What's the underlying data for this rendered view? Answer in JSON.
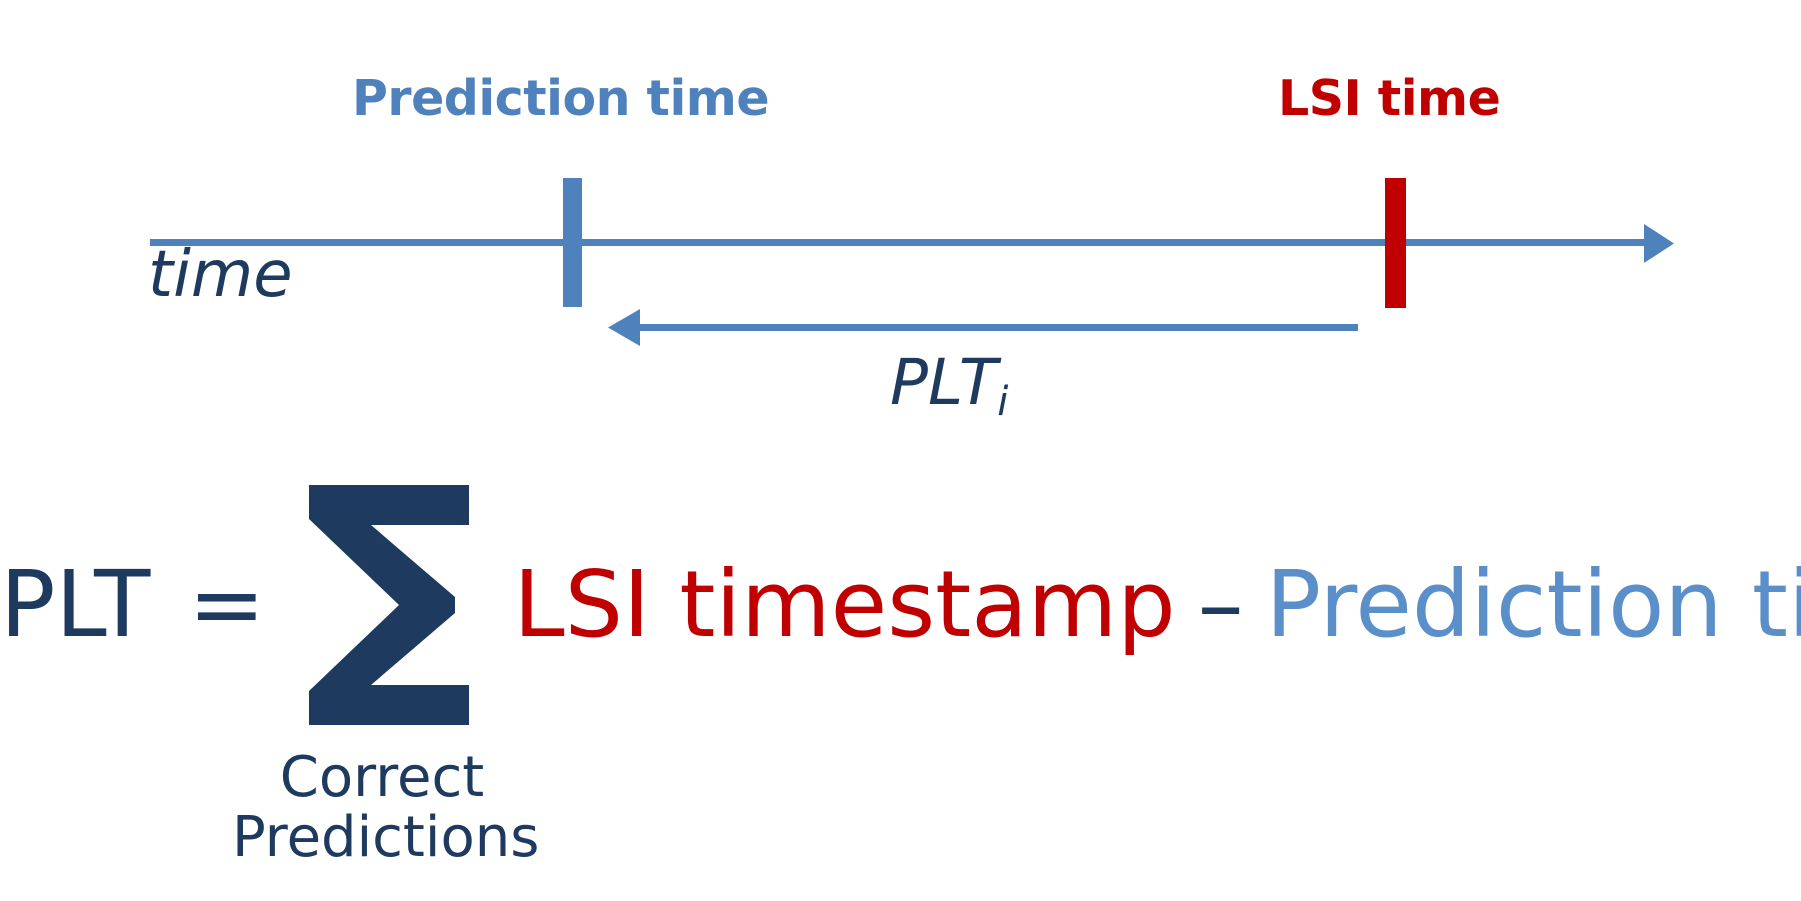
{
  "colors": {
    "accent_blue": "#4F81BD",
    "light_blue_text": "#5B8FC9",
    "red": "#C00000",
    "navy": "#1F3A5F",
    "background": "#FFFFFF"
  },
  "timeline": {
    "axis_label": "time",
    "prediction_marker_label": "Prediction time",
    "lsi_marker_label": "LSI time",
    "interval_label": "PLT",
    "interval_label_subscript": "i"
  },
  "formula": {
    "lhs": "PLT",
    "equals": "=",
    "sigma": "Σ",
    "sigma_under_line1": "Correct",
    "sigma_under_line2": "Predictions",
    "term_minuend": "LSI timestamp",
    "operator": "–",
    "term_subtrahend": "Prediction time"
  }
}
